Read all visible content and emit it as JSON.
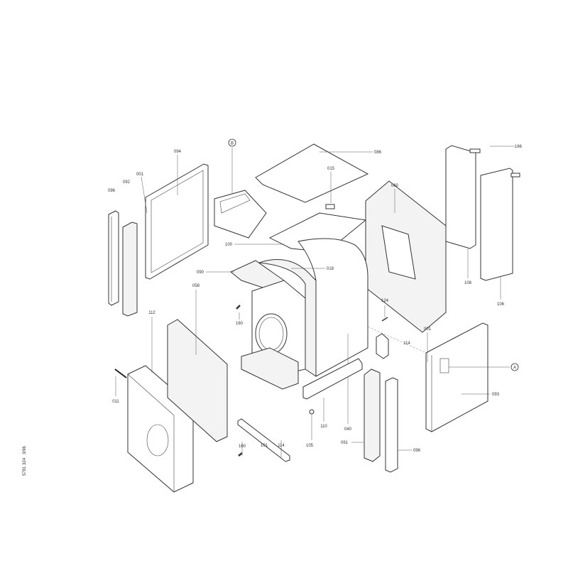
{
  "drawing_code": [
    "5781 324",
    "3/96"
  ],
  "callouts": {
    "B": "B",
    "A": "A"
  },
  "parts": {
    "p094": "094",
    "p001a": "001",
    "p092": "092",
    "p096a": "096",
    "p086": "086",
    "p015": "015",
    "p060": "060",
    "p166": "166",
    "p100": "100",
    "p090": "090",
    "p018": "018",
    "p058": "058",
    "p108": "108",
    "p106": "106",
    "p112": "112",
    "p160a": "160",
    "p124": "124",
    "p114a": "114",
    "p001b": "001",
    "p093": "093",
    "p011": "011",
    "p160b": "160",
    "p101": "101",
    "p114b": "114",
    "p105": "105",
    "p110": "110",
    "p040": "040",
    "p091": "091",
    "p096b": "096"
  }
}
